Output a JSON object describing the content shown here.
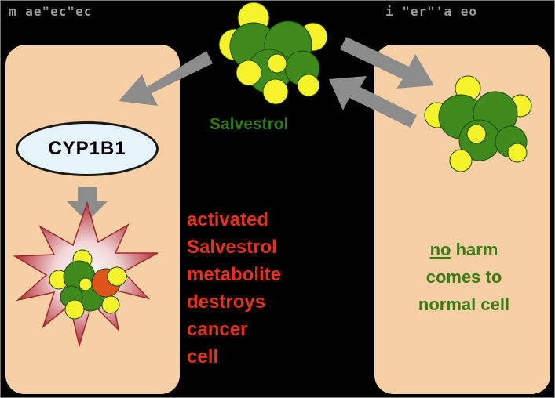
{
  "header": {
    "left_text": "m ae\"ec\"ec",
    "right_text": "i \"er\"'a eo"
  },
  "enzyme_label": "CYP1B1",
  "molecule_label": "Salvestrol",
  "cancer_outcome_lines": [
    "activated",
    "Salvestrol",
    "metabolite",
    "destroys",
    "cancer",
    "cell"
  ],
  "normal_outcome": {
    "emphasis": "no",
    "line1_rest": " harm",
    "line2": "comes to",
    "line3": "normal cell"
  },
  "colors": {
    "cell_fill": "#f7cfa4",
    "background": "#000000",
    "molecule_green": "#3f8a1c",
    "molecule_yellow": "#f6f32a",
    "activated_atom": "#e0531a",
    "arrow_gray": "#8c8c8c",
    "cancer_text": "#e4301c",
    "normal_text": "#3a7d15",
    "burst_red": "#b5333b"
  },
  "icons": [
    "salvestrol-molecule-icon",
    "arrow-icon",
    "burst-icon"
  ]
}
